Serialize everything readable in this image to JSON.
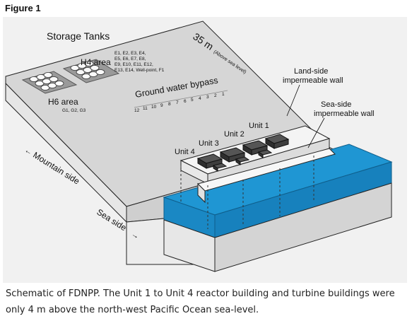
{
  "figure_label": "Figure 1",
  "labels": {
    "storage_tanks": "Storage Tanks",
    "h4_area": "H4 area",
    "h4_wells_line1": "E1, E2, E3, E4,",
    "h4_wells_line2": "E5, E6, E7, E8,",
    "h4_wells_line3": "E9, E10, E11, E12,",
    "h4_wells_line4": "E13, E14, Well-point, F1",
    "h6_area": "H6 area",
    "h6_wells": "G1, G2, G3",
    "elevation": "35 m",
    "elevation_note": "(Above sea level)",
    "bypass": "Ground water bypass",
    "bypass_numbers": [
      "12",
      "11",
      "10",
      "9",
      "8",
      "7",
      "6",
      "5",
      "4",
      "3",
      "2",
      "1"
    ],
    "land_wall_line1": "Land-side",
    "land_wall_line2": "impermeable wall",
    "sea_wall_line1": "Sea-side",
    "sea_wall_line2": "impermeable wall",
    "unit1": "Unit 1",
    "unit2": "Unit 2",
    "unit3": "Unit 3",
    "unit4": "Unit 4",
    "mountain_side": "Mountain side",
    "sea_side": "Sea side"
  },
  "colors": {
    "panel_bg": "#f1f1f1",
    "plateau_top": "#d7d7d7",
    "plateau_face": "#e4e4e4",
    "sea": "#1f96d3",
    "sea_side_face": "#1781bd",
    "building": "#3c3c3c"
  },
  "caption": "Schematic of FDNPP. The Unit 1 to Unit 4 reactor building and turbine buildings were only 4 m above the north-west Pacific Ocean sea-level."
}
